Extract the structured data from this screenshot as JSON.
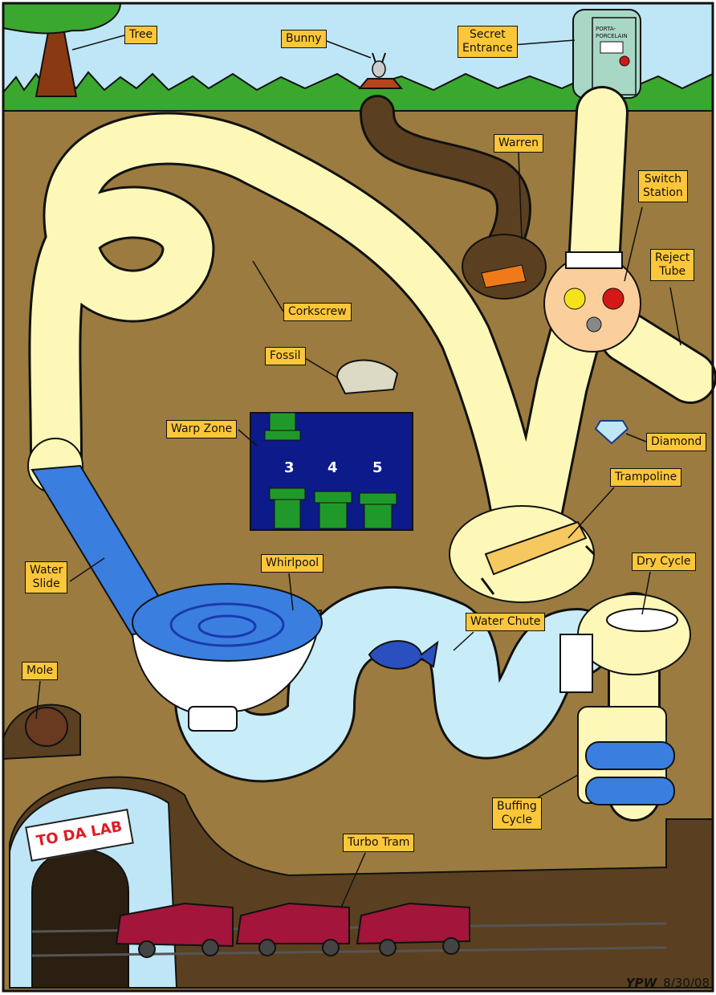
{
  "labels": {
    "tree": "Tree",
    "bunny": "Bunny",
    "secret_entrance": [
      "Secret",
      "Entrance"
    ],
    "warren": "Warren",
    "switch_station": [
      "Switch",
      "Station"
    ],
    "reject_tube": [
      "Reject",
      "Tube"
    ],
    "corkscrew": "Corkscrew",
    "fossil": "Fossil",
    "warp_zone": "Warp Zone",
    "diamond": "Diamond",
    "trampoline": "Trampoline",
    "dry_cycle": "Dry Cycle",
    "water_slide": [
      "Water",
      "Slide"
    ],
    "whirlpool": "Whirlpool",
    "water_chute": "Water Chute",
    "mole": "Mole",
    "buffing_cycle": [
      "Buffing",
      "Cycle"
    ],
    "turbo_tram": "Turbo Tram"
  },
  "warp_pipes": [
    "3",
    "4",
    "5"
  ],
  "tunnel_sign": "TO DA LAB",
  "porta_sign": "PORTA-PORCELAIN",
  "signature": {
    "initials": "YPW",
    "date": "8/30/08"
  },
  "colors": {
    "sky": "#bfe6f6",
    "dirt": "#9b7b3f",
    "tube": "#fdf8b8",
    "label": "#fcc63a",
    "water": "#3a7fe0",
    "chute": "#c8ecf8",
    "warp_bg": "#0c1a8a",
    "pipe": "#1f9a2a",
    "tram": "#a3153a"
  }
}
